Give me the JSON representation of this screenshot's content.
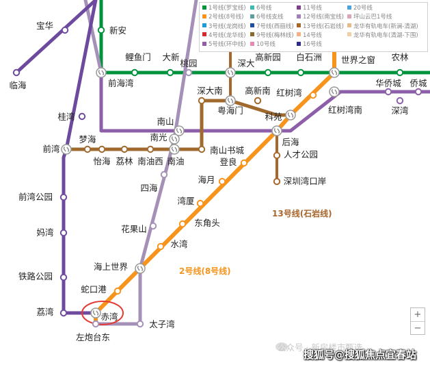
{
  "legend": {
    "items": [
      {
        "label": "1号线(罗宝线)",
        "color": "#00933b"
      },
      {
        "label": "6号线",
        "color": "#3fb8b0"
      },
      {
        "label": "11号线",
        "color": "#7b3f8c"
      },
      {
        "label": "20号线",
        "color": "#4ca3d9"
      },
      {
        "label": "2号线(8号线)",
        "color": "#f7941d"
      },
      {
        "label": "6号线支线",
        "color": "#5d9fa0"
      },
      {
        "label": "12号线(南宝线)",
        "color": "#a17fb8"
      },
      {
        "label": "坪山云巴1号线",
        "color": "#d8a7b0"
      },
      {
        "label": "3号线(龙岗线)",
        "color": "#1e9ad6"
      },
      {
        "label": "7号线(西丽线)",
        "color": "#1f4e9c"
      },
      {
        "label": "13号线(石岩线)",
        "color": "#a8662c"
      },
      {
        "label": "龙华有轨电车(新澜-清湖)",
        "color": "#e8b98a"
      },
      {
        "label": "4号线(龙华线)",
        "color": "#d62a2a"
      },
      {
        "label": "9号线(梅林线)",
        "color": "#8b6a2f"
      },
      {
        "label": "14号线",
        "color": "#f4b183"
      },
      {
        "label": "龙华有轨电车(清湖-下围)",
        "color": "#f1d0a8"
      },
      {
        "label": "5号线(环中线)",
        "color": "#8e5fa9"
      },
      {
        "label": "10号线",
        "color": "#e58bb3"
      },
      {
        "label": "16号线",
        "color": "#2b2d8c"
      }
    ]
  },
  "lines": {
    "line1": {
      "color": "#00933b"
    },
    "line2": {
      "color": "#f7941d",
      "label": "2号线(8号线)"
    },
    "line5": {
      "color": "#6e4a9e"
    },
    "line11": {
      "color": "#8e5fa9"
    },
    "line12": {
      "color": "#a591b8"
    },
    "line13": {
      "color": "#a8662c",
      "label": "13号线(石岩线)"
    },
    "line9": {
      "color": "#a0692e"
    }
  },
  "stations": {
    "baohua": "宝华",
    "linhai": "临海",
    "xinan": "新安",
    "liyumen": "鲤鱼门",
    "daxin": "大新",
    "taoyuan": "桃园",
    "shenda": "深大",
    "gaoxinyuan": "高新园",
    "baishizhou": "白石洲",
    "shijiezhichuang": "世界之窗",
    "nonglin": "农林",
    "huaqiaocheng": "华侨城",
    "qiaocheng": "侨城",
    "qianhaiwan": "前海湾",
    "shendanan": "深大南",
    "gaoxinnan": "高新南",
    "hongshuwan": "红树湾",
    "yuehaimen": "粤海门",
    "keyuan": "科苑",
    "hongshuwannan": "红树湾南",
    "shenwan": "深湾",
    "guiwan": "桂湾",
    "nanshan": "南山",
    "nanguang": "南光",
    "houhai": "后海",
    "mengha": "梦海",
    "qianwan": "前湾",
    "yihai": "怡海",
    "lilin": "荔林",
    "nanyouxi": "南油西",
    "nanyou": "南油",
    "nanshanshucheng": "南山书城",
    "rencaigongyuan": "人才公园",
    "dengliang": "登良",
    "shenzhenwankouan": "深圳湾口岸",
    "sihai": "四海",
    "haiyue": "海月",
    "qianwangongyuan": "前湾公园",
    "wanxia": "湾厦",
    "dongjiaotou": "东角头",
    "mawan": "妈湾",
    "huaguoshan": "花果山",
    "shuiwan": "水湾",
    "haishangshijie": "海上世界",
    "tielugongyuan": "铁路公园",
    "shekougang": "蛇口港",
    "liwan": "荔湾",
    "chiwan": "赤湾",
    "taiziwan": "太子湾",
    "zuopaotaidong": "左炮台东"
  },
  "zoom": {
    "in": "+",
    "out": "−"
  },
  "watermark": {
    "wechat": "公众号 · 新房楼市甄选",
    "sohu": "搜狐号@搜狐焦点宜春站"
  }
}
